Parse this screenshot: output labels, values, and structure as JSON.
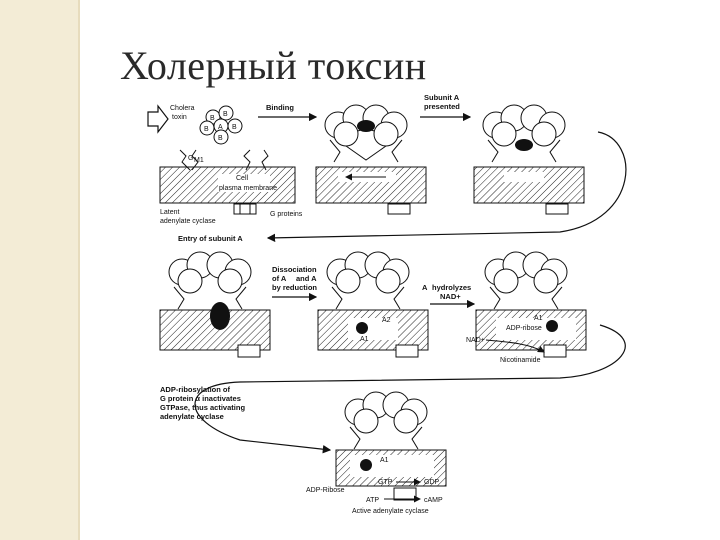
{
  "title": "Холерный токсин",
  "labels": {
    "cholera_toxin_1": "Cholera",
    "cholera_toxin_2": "toxin",
    "binding": "Binding",
    "subunit_a_1": "Subunit A",
    "subunit_a_2": "presented",
    "gm1": "G",
    "gm1_sub": "M1",
    "cell_1": "Cell",
    "cell_2": "plasma membrane",
    "latent_1": "Latent",
    "latent_2": "adenylate cyclase",
    "g_proteins": "G proteins",
    "entry": "Entry of subunit A",
    "dissoc_1": "Dissociation",
    "dissoc_2": "of A",
    "dissoc_3": "and A",
    "dissoc_4": "by reduction",
    "a1_hydrolyzes_1": "A",
    "a1_hydrolyzes_2": "hydrolyzes",
    "nad_top": "NAD+",
    "adp_ribose_small": "ADP-ribose",
    "nad_left": "NAD+",
    "nicotinamide": "Nicotinamide",
    "a1": "A1",
    "a2": "A2",
    "ribosylation_1": "ADP-ribosylation of",
    "ribosylation_2": "G protein α inactivates",
    "ribosylation_3": "GTPase, thus activating",
    "ribosylation_4": "adenylate cyclase",
    "gtp": "GTP",
    "gdp": "GDP",
    "adp_ribose": "ADP-Ribose",
    "atp": "ATP",
    "camp": "cAMP",
    "active_cyclase": "Active adenylate cyclase"
  },
  "subunits": [
    "B",
    "B",
    "B",
    "A",
    "B",
    "B"
  ]
}
